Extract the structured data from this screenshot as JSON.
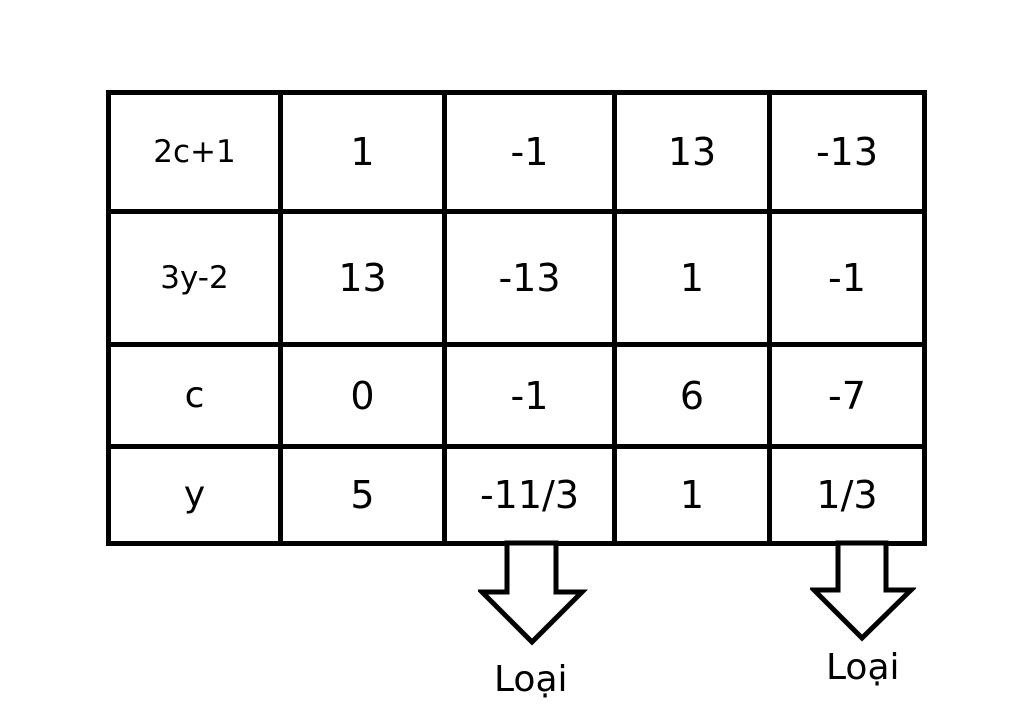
{
  "table": {
    "rows": [
      {
        "label": "2c+1",
        "values": [
          "1",
          "-1",
          "13",
          "-13"
        ]
      },
      {
        "label": "3y-2",
        "values": [
          "13",
          "-13",
          "1",
          "-1"
        ]
      },
      {
        "label": "c",
        "values": [
          "0",
          "-1",
          "6",
          "-7"
        ]
      },
      {
        "label": "y",
        "values": [
          "5",
          "-11/3",
          "1",
          "1/3"
        ]
      }
    ]
  },
  "annotations": {
    "reject_1": {
      "column": 2,
      "label": "Loại",
      "icon": "down-arrow-icon"
    },
    "reject_2": {
      "column": 4,
      "label": "Loại",
      "icon": "down-arrow-icon"
    }
  }
}
